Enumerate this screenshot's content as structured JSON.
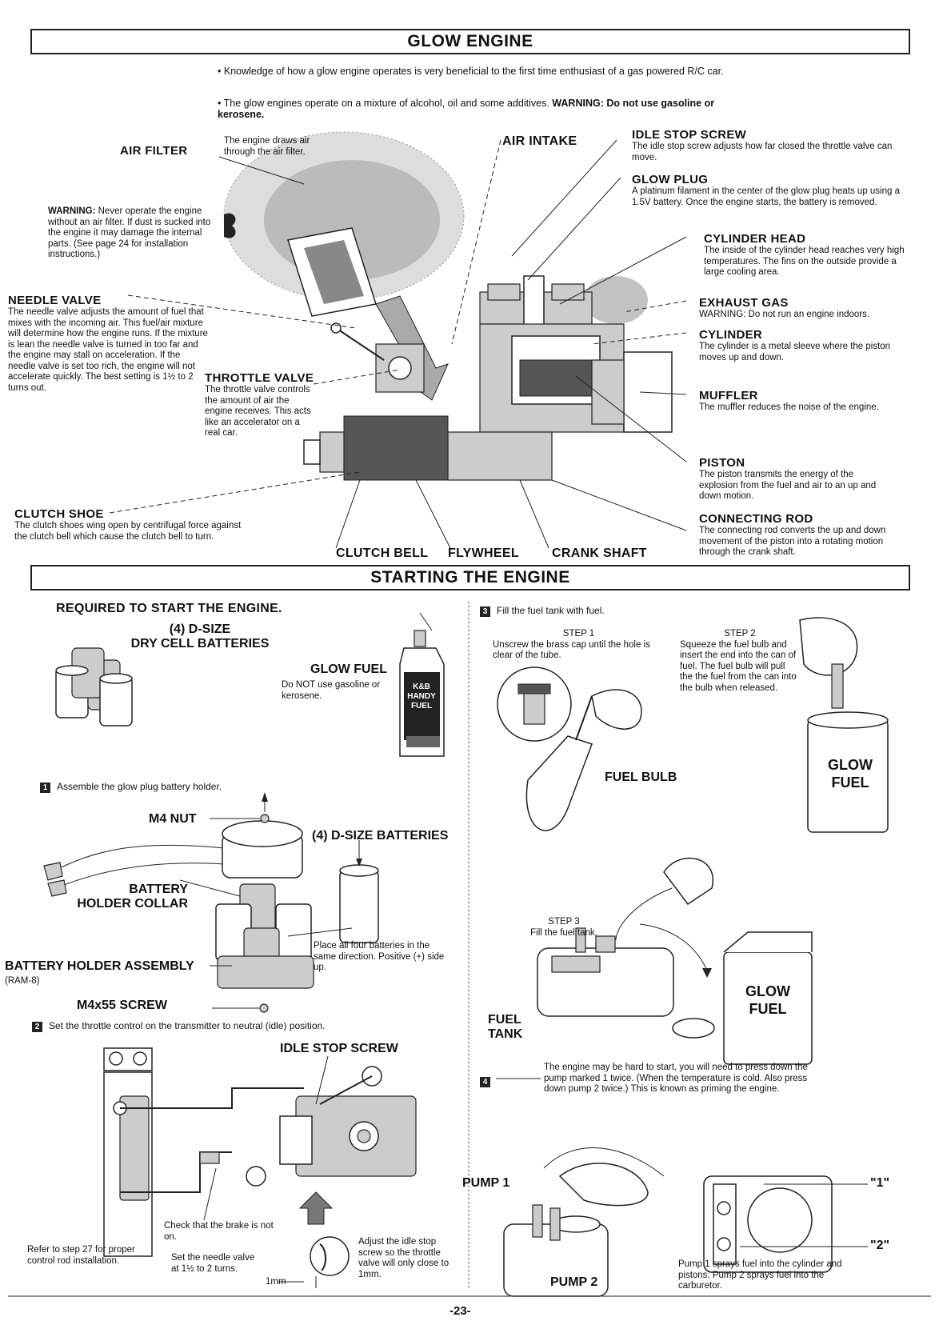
{
  "glow": {
    "title": "GLOW ENGINE",
    "bullet1": "Knowledge of how a glow engine operates is very beneficial to the first time enthusiast of a gas powered R/C car.",
    "bullet2_text": "The glow engines operate on a mixture of alcohol, oil and some additives.",
    "bullet2_warning": "WARNING: Do not use gasoline or kerosene.",
    "air_filter": {
      "label": "AIR FILTER",
      "text": "The engine draws air through the air filter."
    },
    "air_filter_warning": {
      "label": "WARNING:",
      "text": "Never operate the engine without an air filter. If dust is sucked into the engine it may damage the internal parts. (See page 24 for installation instructions.)"
    },
    "needle_valve": {
      "label": "NEEDLE VALVE",
      "text": "The needle valve adjusts the amount of fuel that mixes with the incoming air. This fuel/air mixture will determine how the engine runs. If the mixture is lean the needle valve is turned in too far and the engine may stall on acceleration. If the needle valve is set too rich, the engine will not accelerate quickly. The best setting is 1½ to 2 turns out."
    },
    "throttle_valve": {
      "label": "THROTTLE VALVE",
      "text": "The throttle valve controls the amount of air the engine receives. This acts like an accelerator on a real car."
    },
    "clutch_shoe": {
      "label": "CLUTCH SHOE",
      "text": "The clutch shoes wing open by centrifugal force against the clutch bell which cause the clutch bell to turn."
    },
    "air_intake": "AIR INTAKE",
    "idle_stop_screw": {
      "label": "IDLE STOP SCREW",
      "text": "The idle stop screw adjusts how far closed the throttle valve can move."
    },
    "glow_plug": {
      "label": "GLOW PLUG",
      "text": "A platinum filament in the center of the glow plug heats up using a 1.5V battery. Once the engine starts, the battery is removed."
    },
    "cylinder_head": {
      "label": "CYLINDER HEAD",
      "text": "The inside of the cylinder head reaches very high temperatures. The fins on the outside provide a large cooling area."
    },
    "exhaust_gas": {
      "label": "EXHAUST GAS",
      "text": "WARNING: Do not run an engine indoors."
    },
    "cylinder": {
      "label": "CYLINDER",
      "text": "The cylinder is a metal sleeve where the piston moves up and down."
    },
    "muffler": {
      "label": "MUFFLER",
      "text": "The muffler reduces the noise of the engine."
    },
    "piston": {
      "label": "PISTON",
      "text": "The piston transmits the energy of the explosion from the fuel and air to an up and down motion."
    },
    "connecting_rod": {
      "label": "CONNECTING ROD",
      "text": "The connecting rod converts the up and down movement of the piston into a rotating motion through the crank shaft."
    },
    "clutch_bell": "CLUTCH BELL",
    "flywheel": "FLYWHEEL",
    "crank_shaft": "CRANK SHAFT"
  },
  "start": {
    "title": "STARTING THE ENGINE",
    "required": "REQUIRED TO START THE ENGINE.",
    "batteries_line1": "(4) D-SIZE",
    "batteries_line2": "DRY CELL BATTERIES",
    "glow_fuel_label": "GLOW FUEL",
    "glow_fuel_text": "Do NOT use gasoline or kerosene.",
    "fuel_bottle_text": "K&B HANDY FUEL",
    "step1_num": "1",
    "step1_text": "Assemble the glow plug battery holder.",
    "m4_nut": "M4 NUT",
    "d_size_batteries": "(4) D-SIZE BATTERIES",
    "battery_holder_collar_1": "BATTERY",
    "battery_holder_collar_2": "HOLDER COLLAR",
    "place_batteries": "Place all four batteries in the same direction. Positive (+) side up.",
    "battery_holder_assembly": "BATTERY HOLDER ASSEMBLY",
    "ram": "(RAM-8)",
    "m4x55_screw": "M4x55 SCREW",
    "step2_num": "2",
    "step2_text": "Set the throttle control on the transmitter to neutral (idle) position.",
    "idle_stop_screw": "IDLE STOP SCREW",
    "check_brake": "Check that the brake is not on.",
    "refer_step": "Refer to step 27 for proper control rod installation.",
    "set_needle": "Set the needle valve at 1½ to 2 turns.",
    "adjust_idle": "Adjust the idle stop screw so the throttle valve will only close to 1mm.",
    "one_mm": "1mm",
    "step3_num": "3",
    "step3_text": "Fill the fuel tank with fuel.",
    "step1_title": "STEP 1",
    "step1_desc": "Unscrew the brass cap until the hole is clear of the tube.",
    "step2_title": "STEP 2",
    "step2_desc": "Squeeze the fuel bulb and insert the end into the can of fuel. The fuel bulb will pull the the fuel from the can into the bulb when released.",
    "fuel_bulb": "FUEL BULB",
    "step3_title": "STEP 3",
    "step3_desc": "Fill the fuel tank.",
    "fuel_tank_1": "FUEL",
    "fuel_tank_2": "TANK",
    "can_text_1": "GLOW",
    "can_text_2": "FUEL",
    "step4_num": "4",
    "step4_text": "The engine may be hard to start, you will need to press down the pump marked 1 twice. (When the temperature is cold. Also press down pump 2 twice.) This is known as priming the engine.",
    "pump1": "PUMP 1",
    "pump2": "PUMP 2",
    "pump_q1": "\"1\"",
    "pump_q2": "\"2\"",
    "pump_desc": "Pump 1 sprays fuel into the cylinder and pistons. Pump 2 sprays fuel into the carburetor."
  },
  "page_number": "-23-"
}
